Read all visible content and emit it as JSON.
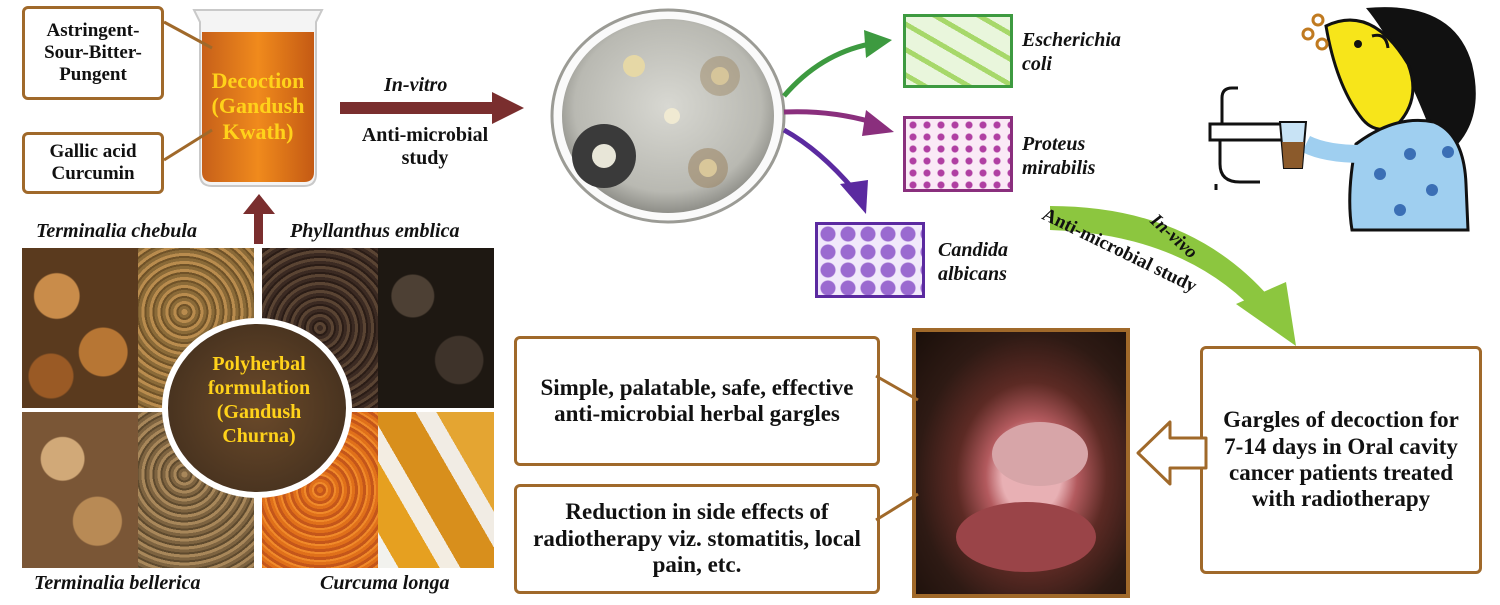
{
  "decoction": {
    "taste_label": "Astringent-Sour-Bitter-Pungent",
    "compounds_label": "Gallic acid Curcumin",
    "title": "Decoction (Gandush Kwath)"
  },
  "invitro": {
    "title": "In-vitro",
    "subtitle": "Anti-microbial study"
  },
  "organisms": [
    {
      "name": "Escherichia coli"
    },
    {
      "name": "Proteus mirabilis"
    },
    {
      "name": "Candida albicans"
    }
  ],
  "plants": {
    "top_left": "Terminalia chebula",
    "top_right": "Phyllanthus emblica",
    "bottom_left": "Terminalia bellerica",
    "bottom_right": "Curcuma longa",
    "center": "Polyherbal formulation (Gandush Churna)"
  },
  "invivo": {
    "title": "In-vivo",
    "subtitle": "Anti-microbial study"
  },
  "gargle_box": "Gargles of decoction for 7-14 days in Oral cavity cancer patients treated with radiotherapy",
  "outcomes": [
    "Simple, palatable, safe, effective anti-microbial herbal gargles",
    "Reduction in side effects of radiotherapy viz. stomatitis, local pain, etc."
  ],
  "colors": {
    "frame": "#a0692a",
    "arrow_main": "#7a2e2e",
    "arrow_green": "#3d9a40",
    "arrow_purple": "#8a2f7d",
    "arrow_violet": "#5b2aa0",
    "arrow_lime": "#8cc63f",
    "decoction_text": "#ffd21a"
  }
}
